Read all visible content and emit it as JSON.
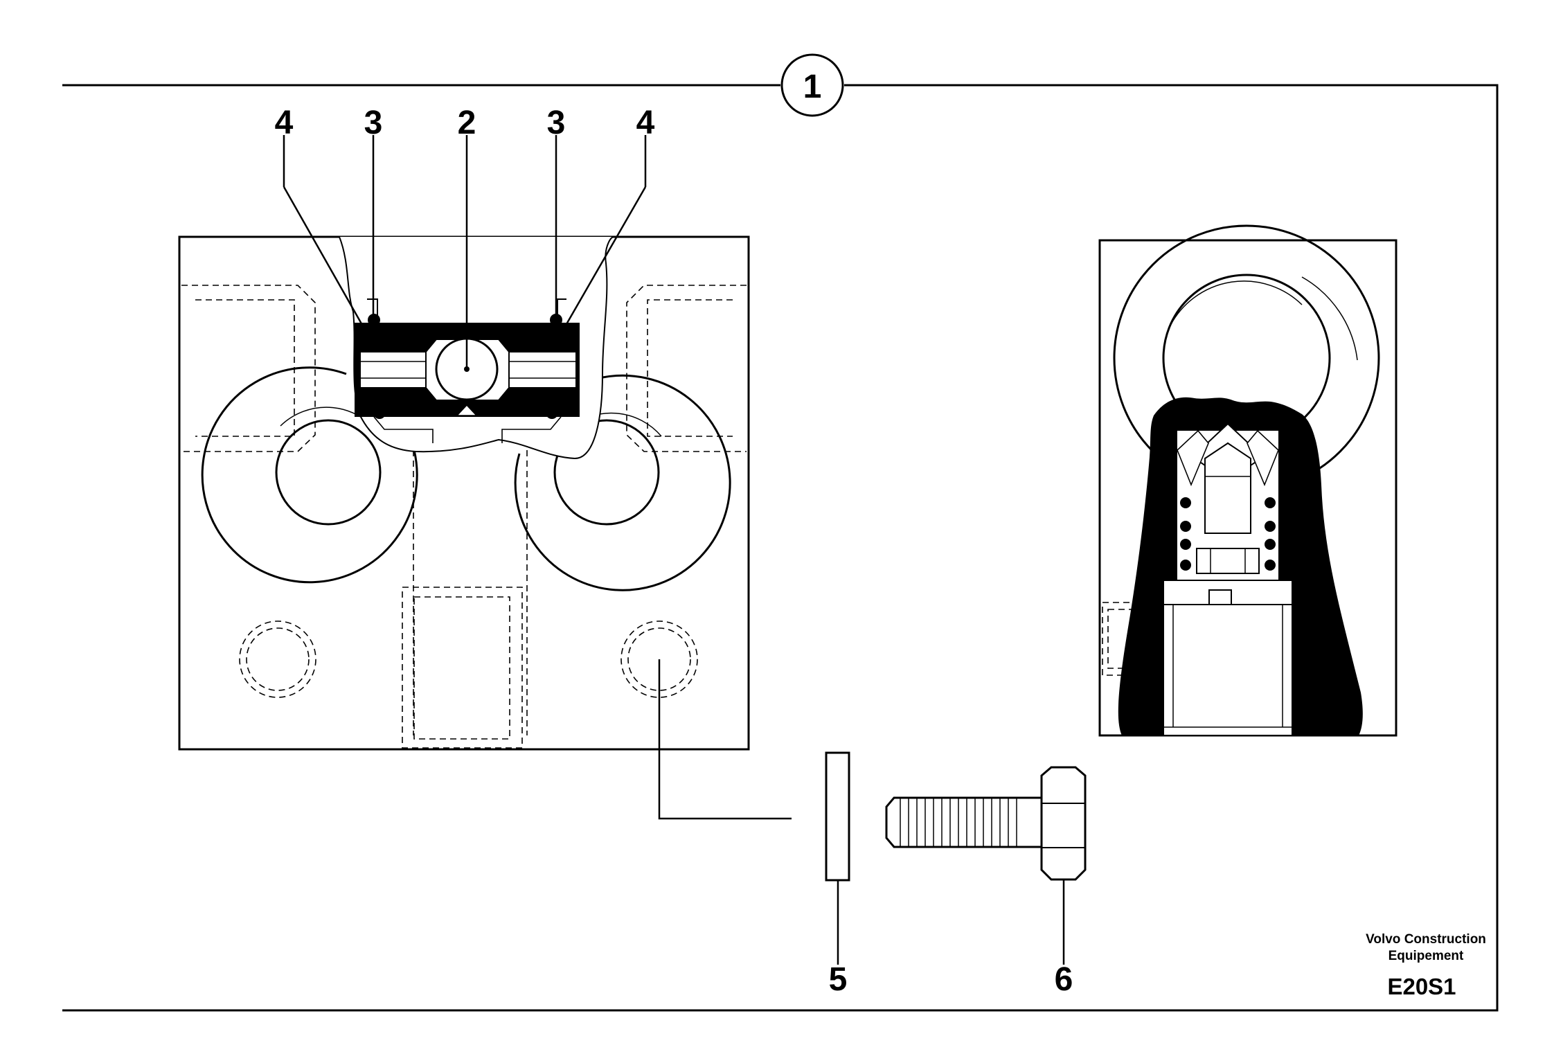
{
  "figure": {
    "group_number": "1",
    "callouts": {
      "seal_left": "4",
      "ring_left": "3",
      "ball": "2",
      "ring_right": "3",
      "seal_right": "4",
      "washer": "5",
      "bolt": "6"
    }
  },
  "title_block": {
    "company_line1": "Volvo Construction",
    "company_line2": "Equipement",
    "drawing_code": "E20S1"
  }
}
